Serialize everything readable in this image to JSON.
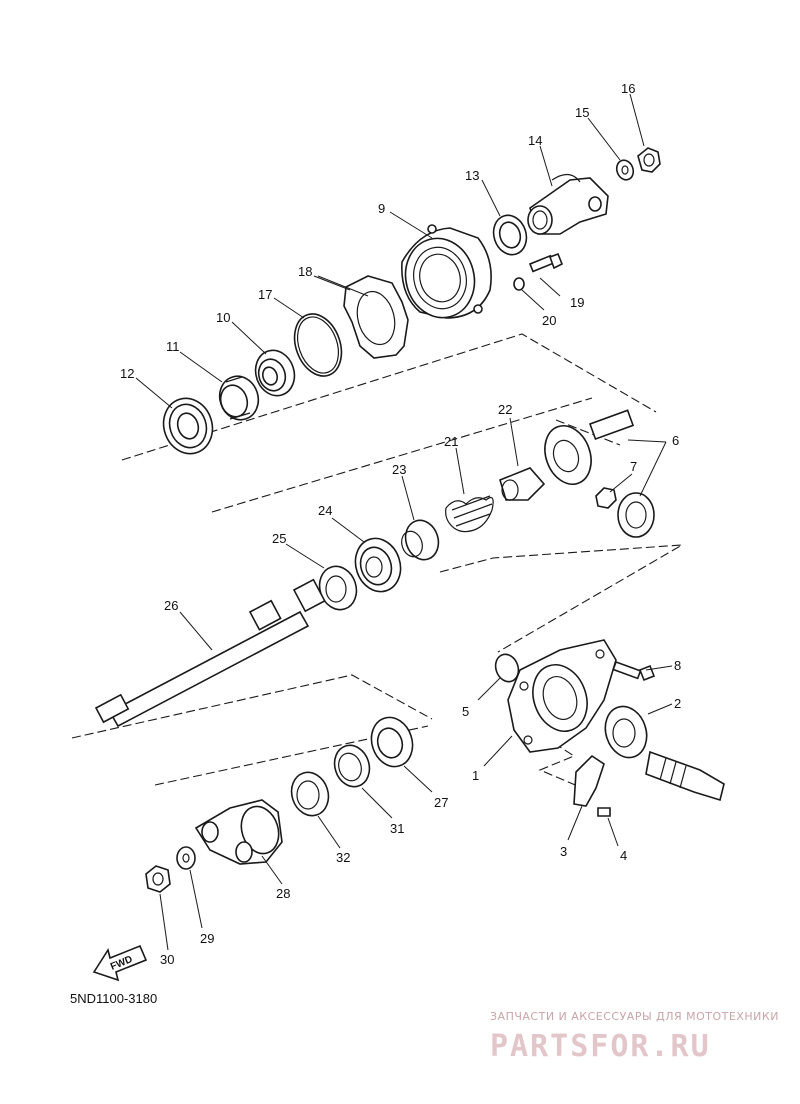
{
  "diagram_code": "5ND1100-3180",
  "direction_label": "FWD",
  "watermark": {
    "subtitle": "ЗАПЧАСТИ И АКСЕССУАРЫ ДЛЯ МОТОТЕХНИКИ",
    "logo": "PARTSFOR.RU"
  },
  "callouts": {
    "c1": "1",
    "c2": "2",
    "c3": "3",
    "c4": "4",
    "c5": "5",
    "c6": "6",
    "c7": "7",
    "c8": "8",
    "c9": "9",
    "c10": "10",
    "c11": "11",
    "c12": "12",
    "c13": "13",
    "c14": "14",
    "c15": "15",
    "c16": "16",
    "c17": "17",
    "c18": "18",
    "c19": "19",
    "c20": "20",
    "c21": "21",
    "c22": "22",
    "c23": "23",
    "c24": "24",
    "c25": "25",
    "c26": "26",
    "c27": "27",
    "c28": "28",
    "c29": "29",
    "c30": "30",
    "c31": "31",
    "c32": "32"
  }
}
